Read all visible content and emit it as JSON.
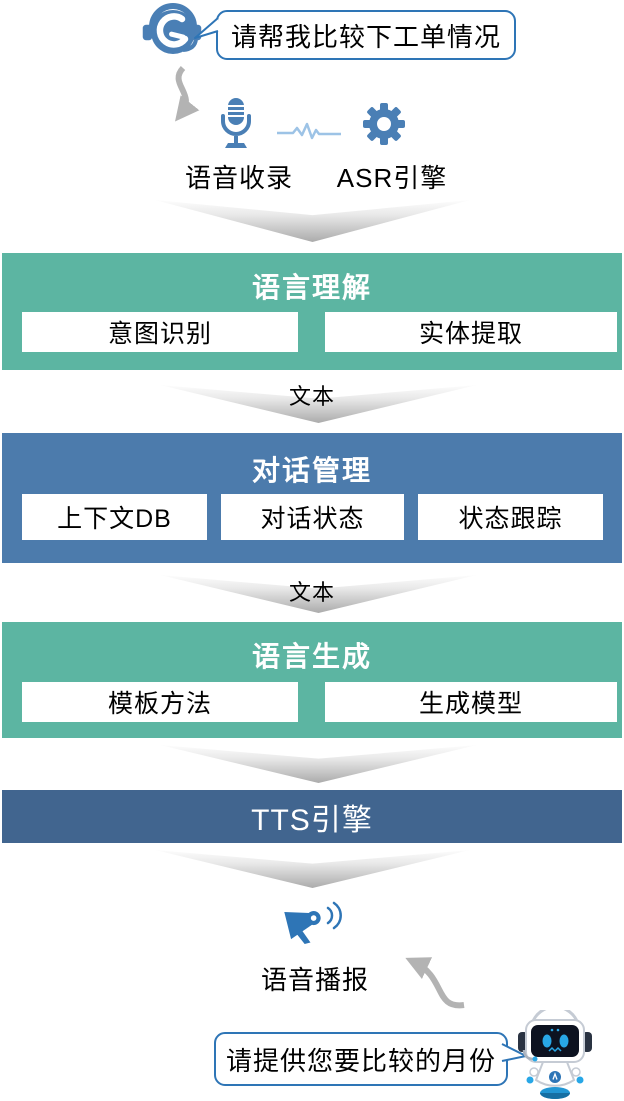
{
  "palette": {
    "teal": "#5cb5a2",
    "blue": "#4c7bac",
    "navy": "#41658f",
    "accent_blue": "#2e75b6",
    "icon_blue": "#4a7fb5",
    "wave_blue": "#9dc3e6",
    "arrow_gray": "#b3b3b3"
  },
  "top": {
    "user_bubble": "请帮我比较下工单情况",
    "capture_label": "语音收录",
    "asr_label": "ASR引擎",
    "icons": [
      "headset-agent-icon",
      "curved-arrow-icon",
      "microphone-icon",
      "waveform-icon",
      "gear-icon"
    ]
  },
  "flow_label": "文本",
  "stages": [
    {
      "title": "语言理解",
      "items": [
        "意图识别",
        "实体提取"
      ]
    },
    {
      "title": "对话管理",
      "items": [
        "上下文DB",
        "对话状态",
        "状态跟踪"
      ]
    },
    {
      "title": "语言生成",
      "items": [
        "模板方法",
        "生成模型"
      ]
    },
    {
      "title": "TTS引擎",
      "items": []
    }
  ],
  "bottom": {
    "broadcast_label": "语音播报",
    "bot_bubble": "请提供您要比较的月份",
    "icons": [
      "megaphone-icon",
      "curved-arrow-up-icon",
      "robot-icon"
    ]
  }
}
